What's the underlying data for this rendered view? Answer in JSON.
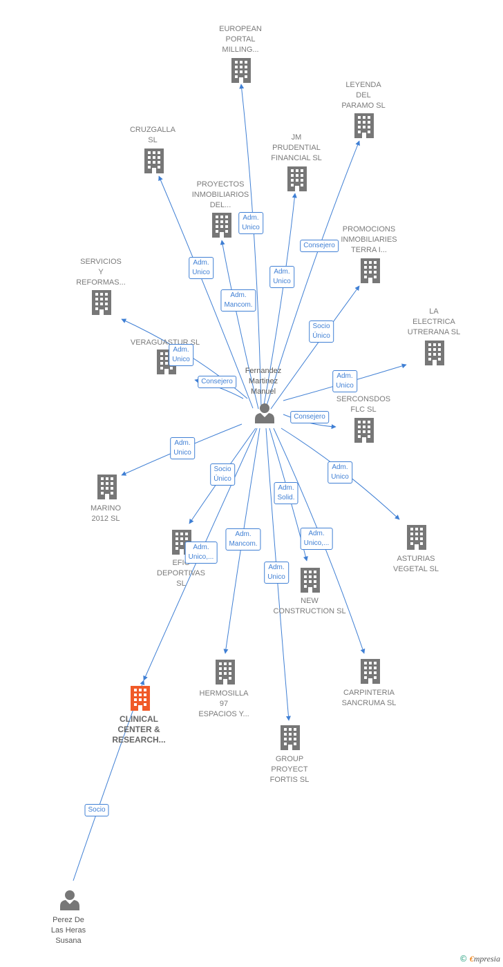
{
  "colors": {
    "edge": "#3f7fd4",
    "building": "#777777",
    "focus_building": "#f05a28",
    "person": "#777777",
    "label": "#7a7a7a"
  },
  "center": {
    "id": "fernandez",
    "lines": [
      "Fernandez",
      "Martinez",
      "Manuel"
    ]
  },
  "companies": [
    {
      "id": "european",
      "lines": [
        "EUROPEAN",
        "PORTAL",
        "MILLING..."
      ],
      "icon": "building-icon"
    },
    {
      "id": "leyenda",
      "lines": [
        "LEYENDA",
        "DEL",
        "PARAMO  SL"
      ],
      "icon": "building-icon"
    },
    {
      "id": "cruzgalla",
      "lines": [
        "CRUZGALLA",
        "SL"
      ],
      "icon": "building-icon"
    },
    {
      "id": "jm",
      "lines": [
        "JM",
        "PRUDENTIAL",
        "FINANCIAL  SL"
      ],
      "icon": "building-icon"
    },
    {
      "id": "proyectos",
      "lines": [
        "PROYECTOS",
        "INMOBILIARIOS",
        "DEL..."
      ],
      "icon": "building-icon"
    },
    {
      "id": "promociones",
      "lines": [
        "PROMOCIONS",
        "INMOBILIARIES",
        "TERRA I..."
      ],
      "icon": "building-icon"
    },
    {
      "id": "servicios",
      "lines": [
        "SERVICIOS",
        "Y",
        "REFORMAS..."
      ],
      "icon": "building-icon"
    },
    {
      "id": "electrica",
      "lines": [
        "LA",
        "ELECTRICA",
        "UTRERANA SL"
      ],
      "icon": "building-icon"
    },
    {
      "id": "veraguastur",
      "lines": [
        "VERAGUASTUR SL"
      ],
      "icon": "building-icon"
    },
    {
      "id": "serconsdos",
      "lines": [
        "SERCONSDOS",
        "FLC SL"
      ],
      "icon": "building-icon"
    },
    {
      "id": "marino",
      "lines": [
        "MARINO",
        "2012 SL"
      ],
      "icon": "building-icon"
    },
    {
      "id": "asturias",
      "lines": [
        "ASTURIAS",
        "VEGETAL  SL"
      ],
      "icon": "building-icon"
    },
    {
      "id": "efic",
      "lines": [
        "EFIC",
        "DEPORTIVAS",
        "SL"
      ],
      "icon": "building-icon"
    },
    {
      "id": "newconstruction",
      "lines": [
        "NEW",
        "CONSTRUCTION SL"
      ],
      "icon": "building-icon"
    },
    {
      "id": "clinical",
      "lines": [
        "CLINICAL",
        "CENTER &",
        "RESEARCH..."
      ],
      "icon": "building-icon",
      "focus": true
    },
    {
      "id": "hermosilla",
      "lines": [
        "HERMOSILLA",
        "97",
        "ESPACIOS Y..."
      ],
      "icon": "building-icon"
    },
    {
      "id": "carpinteria",
      "lines": [
        "CARPINTERIA",
        "SANCRUMA  SL"
      ],
      "icon": "building-icon"
    },
    {
      "id": "group",
      "lines": [
        "GROUP",
        "PROYECT",
        "FORTIS  SL"
      ],
      "icon": "building-icon"
    }
  ],
  "persons": [
    {
      "id": "perez",
      "lines": [
        "Perez De",
        "Las Heras",
        "Susana"
      ],
      "icon": "person-icon"
    }
  ],
  "relations": [
    {
      "to": "european",
      "lines": [
        "Adm.",
        "Unico"
      ]
    },
    {
      "to": "leyenda",
      "lines": [
        "Consejero"
      ]
    },
    {
      "to": "cruzgalla",
      "lines": [
        "Adm.",
        "Unico"
      ]
    },
    {
      "to": "jm",
      "lines": [
        "Adm.",
        "Unico"
      ]
    },
    {
      "to": "proyectos",
      "lines": [
        "Adm.",
        "Mancom."
      ]
    },
    {
      "to": "promociones",
      "lines": [
        "Socio",
        "Único"
      ]
    },
    {
      "to": "servicios",
      "lines": [
        "Adm.",
        "Unico"
      ]
    },
    {
      "to": "veraguastur",
      "lines": [
        "Consejero"
      ]
    },
    {
      "to": "electrica",
      "lines": [
        "Adm.",
        "Unico"
      ]
    },
    {
      "to": "serconsdos",
      "lines": [
        "Consejero"
      ]
    },
    {
      "to": "marino",
      "lines": [
        "Adm.",
        "Unico"
      ]
    },
    {
      "to": "efic",
      "lines": [
        "Socio",
        "Único"
      ]
    },
    {
      "to": "asturias",
      "lines": [
        "Adm.",
        "Unico"
      ]
    },
    {
      "to": "newconstruction",
      "lines": [
        "Adm.",
        "Solid."
      ]
    },
    {
      "to": "clinical",
      "lines": [
        "Adm.",
        "Unico,..."
      ]
    },
    {
      "to": "hermosilla",
      "lines": [
        "Adm.",
        "Mancom."
      ]
    },
    {
      "to": "carpinteria",
      "lines": [
        "Adm.",
        "Unico,..."
      ]
    },
    {
      "to": "group",
      "lines": [
        "Adm.",
        "Unico"
      ]
    },
    {
      "from": "perez",
      "to": "clinical",
      "lines": [
        "Socio"
      ]
    }
  ],
  "footer": {
    "copyright": "©",
    "brand_initial": "€",
    "brand_rest": "mpresia"
  }
}
